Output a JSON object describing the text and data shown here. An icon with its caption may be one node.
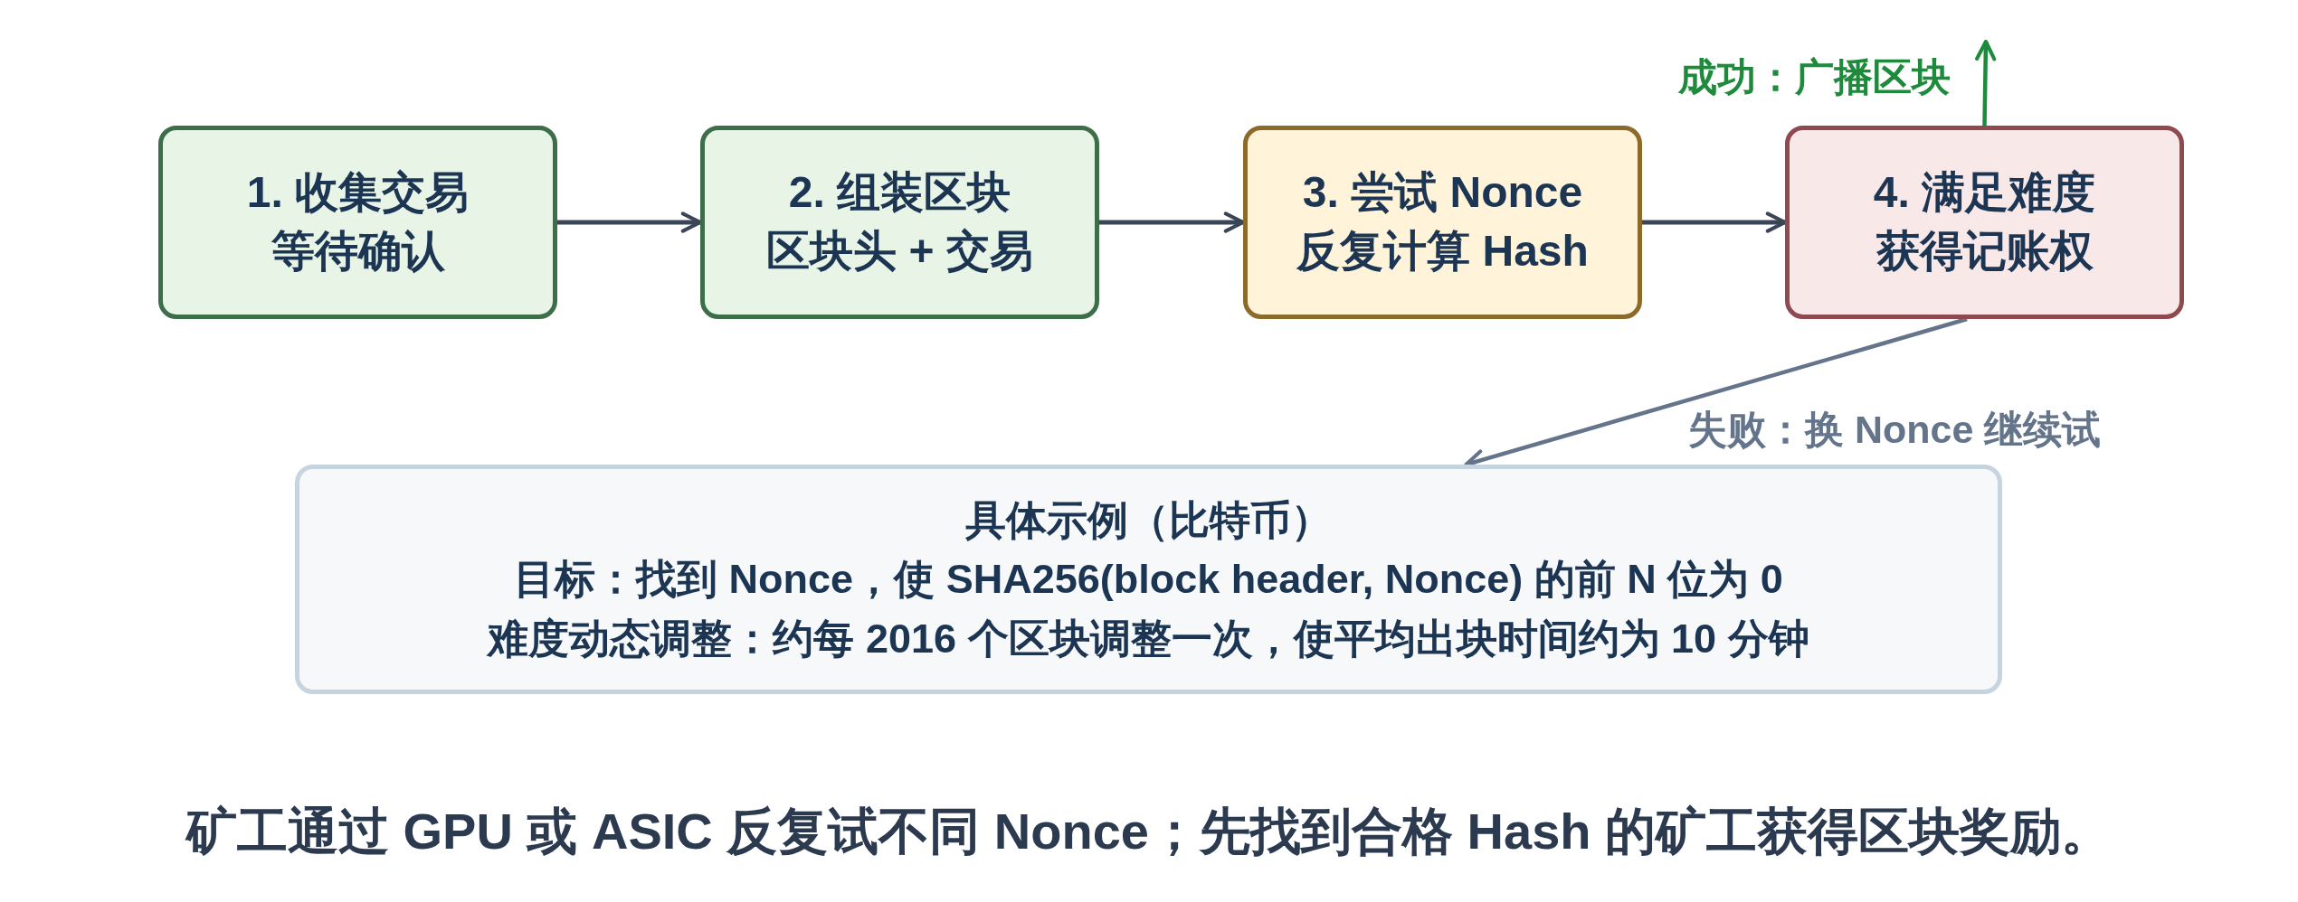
{
  "diagram": {
    "caption": "矿工通过 GPU 或 ASIC 反复试不同 Nonce；先找到合格 Hash 的矿工获得区块奖励。",
    "nodes": [
      {
        "text": [
          "1. 收集交易",
          "等待确认"
        ]
      },
      {
        "text": [
          "2. 组装区块",
          "区块头 + 交易"
        ]
      },
      {
        "text": [
          "3. 尝试 Nonce",
          "反复计算 Hash"
        ]
      },
      {
        "text": [
          "4. 满足难度",
          "获得记账权"
        ]
      },
      {
        "text": [
          "具体示例（比特币）",
          "目标：找到 Nonce，使 SHA256(block header, Nonce) 的前 N 位为 0",
          "难度动态调整：约每 2016 个区块调整一次，使平均出块时间约为 10 分钟"
        ]
      }
    ],
    "edges": [
      {
        "from": 0,
        "to": 1,
        "arrow": "to"
      },
      {
        "from": 1,
        "to": 2,
        "arrow": "to"
      },
      {
        "from": 2,
        "to": 3,
        "arrow": "to"
      },
      {
        "from": 3,
        "to": null,
        "arrow": "to",
        "label": "成功：广播区块",
        "color": "#1e8a3c"
      },
      {
        "from": 3,
        "to": 4,
        "arrow": "to",
        "label": "失败：换 Nonce 继续试",
        "color": "#64748b"
      }
    ]
  }
}
